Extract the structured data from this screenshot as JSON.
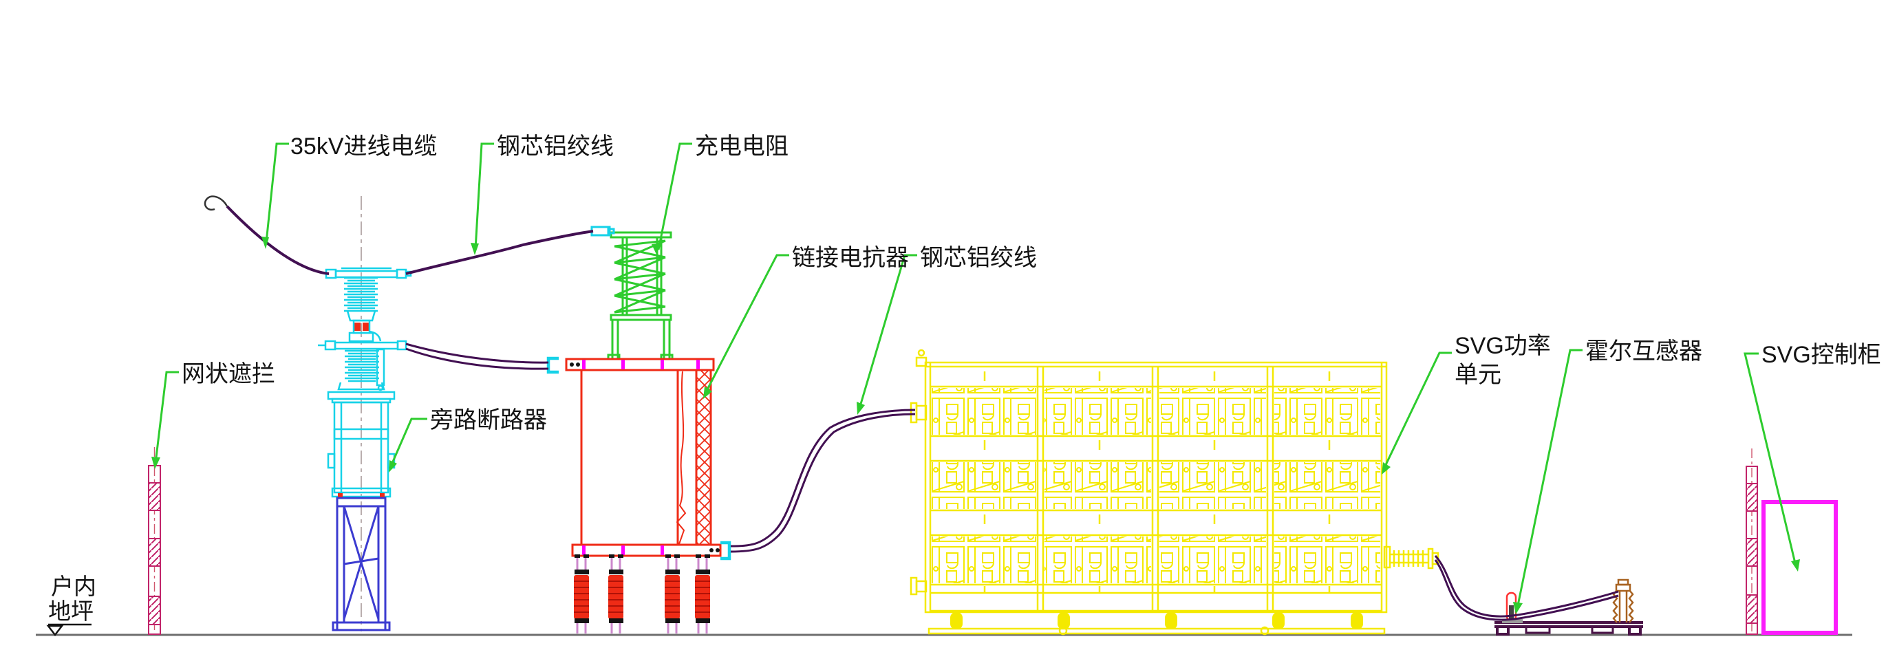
{
  "drawing": {
    "type": "electrical-layout-elevation",
    "description_labels_visible": true
  },
  "labels": {
    "cable_35kv": "35kV进线电缆",
    "acsr_left": "钢芯铝绞线",
    "charging_resistor": "充电电阻",
    "link_reactor": "链接电抗器",
    "acsr_right": "钢芯铝绞线",
    "svg_power_unit_l1": "SVG功率",
    "svg_power_unit_l2": "单元",
    "hall_sensor": "霍尔互感器",
    "svg_control_cabinet": "SVG控制柜",
    "mesh_barrier": "网状遮拦",
    "bypass_breaker": "旁路断路器",
    "indoor_floor_l1": "户内",
    "indoor_floor_l2": "地坪"
  },
  "colors": {
    "leader_green": "#2ecc2e",
    "resistor_green": "#2ecc2e",
    "breaker_cyan": "#16d2e8",
    "stand_blue": "#3b3bd0",
    "reactor_red": "#ef2b16",
    "tick_magenta": "#ff00ff",
    "cabinet_yellow": "#f4e900",
    "control_magenta": "#fb1cfb",
    "barrier_crimson": "#c12369",
    "cable_dark": "#421052",
    "platform_purple": "#4a1347",
    "insulator_brown": "#a86220",
    "ground_gray": "#6e6e6e",
    "centerline_gray": "#a89a9a",
    "centerline_red": "#d0576f",
    "text_black": "#141414"
  }
}
